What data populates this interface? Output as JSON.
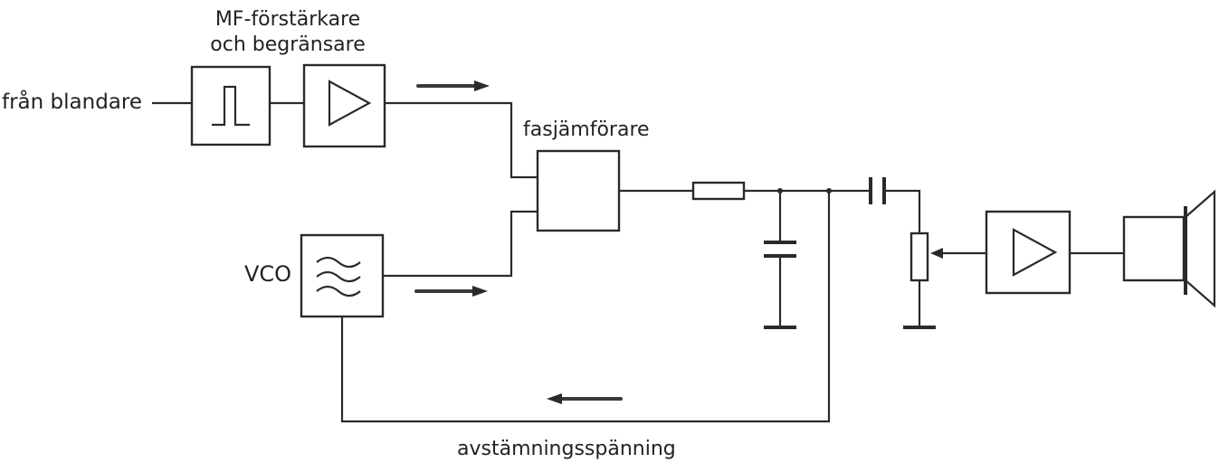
{
  "labels": {
    "mf_line1": "MF-förstärkare",
    "mf_line2": "och begränsare",
    "input": "från blandare",
    "phase_comparator": "fasjämförare",
    "vco": "VCO",
    "tuning_voltage": "avstämningsspänning"
  }
}
